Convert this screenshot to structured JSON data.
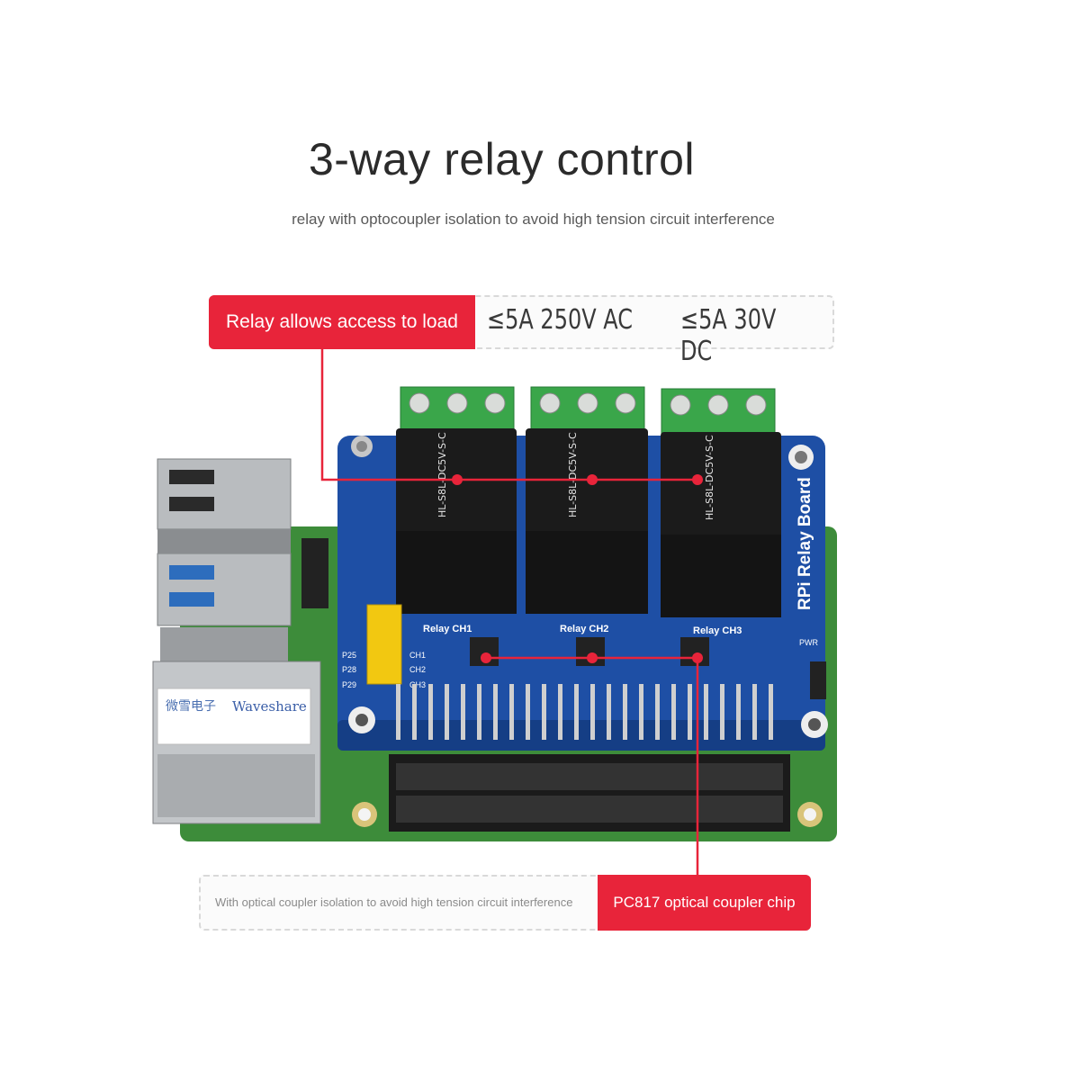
{
  "header": {
    "title": "3-way relay control",
    "subtitle": "relay with optocoupler isolation to avoid high tension circuit interference"
  },
  "callout_top": {
    "label": "Relay allows access to load",
    "spec_ac": "≤5A 250V AC",
    "spec_dc": "≤5A 30V DC"
  },
  "callout_bottom": {
    "description": "With optical coupler isolation to avoid high tension circuit interference",
    "label": "PC817 optical coupler chip"
  },
  "board": {
    "name": "RPi Relay Board",
    "relay_labels": [
      "Relay CH1",
      "Relay CH2",
      "Relay CH3"
    ],
    "relay_model": "HL-S8L-DC5V-S-C",
    "jumper_pins": [
      "P25",
      "P28",
      "P29"
    ],
    "jumper_channels": [
      "CH1",
      "CH2",
      "CH3"
    ],
    "pwr_label": "PWR",
    "ethernet_label": "Waveshare",
    "ethernet_cn": "微雪电子"
  },
  "colors": {
    "accent_red": "#e8243a",
    "board_blue": "#1c4fa3",
    "relay_black": "#1b1b1b",
    "terminal_green": "#3aa64a",
    "pcb_green": "#3c8a3a"
  }
}
